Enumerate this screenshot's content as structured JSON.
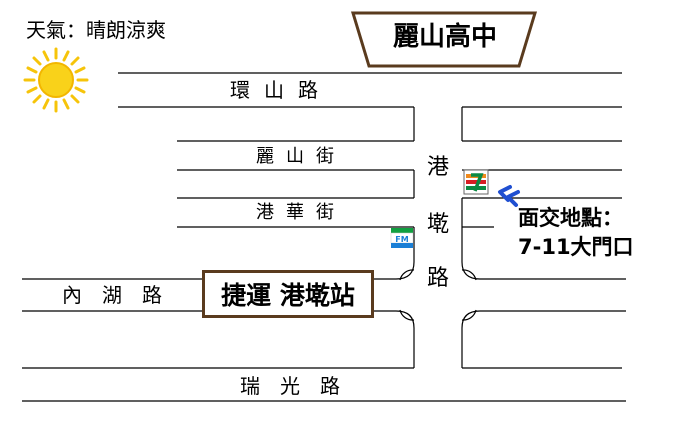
{
  "weather": {
    "label": "天氣：晴朗涼爽",
    "icon": "sun-icon"
  },
  "school": {
    "name": "麗山高中"
  },
  "station": {
    "name": "捷運 港墘站"
  },
  "meeting_point": {
    "line1": "面交地點：",
    "line2": "7-11大門口"
  },
  "roads": {
    "huanshan": "環山路",
    "lishan_st": "麗山街",
    "ganghua_st": "港華街",
    "neihu": "內湖路",
    "ruiguang": "瑞光路",
    "gangqian_chars": [
      "港",
      "墘",
      "路"
    ]
  },
  "stores": {
    "seven_eleven": "7-11",
    "familymart": "FM"
  },
  "colors": {
    "road_line": "#000000",
    "frame": "#5a3b1e",
    "arrow": "#1f4fd1",
    "sun": "#f6c40a",
    "fm_green": "#10a040",
    "fm_blue": "#1b7fd6",
    "seven_red": "#d81d24",
    "seven_green": "#0c8a43"
  }
}
